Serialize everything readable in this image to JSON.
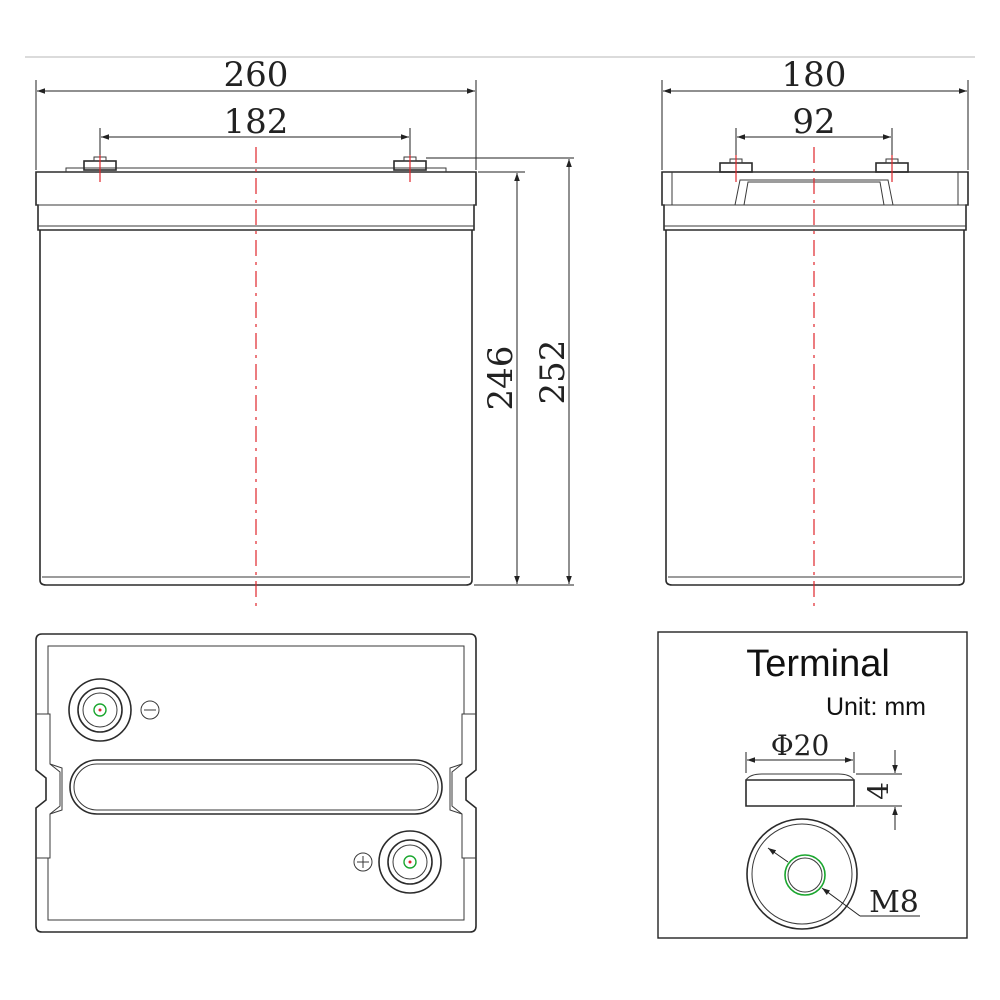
{
  "front_view": {
    "width_label": "260",
    "terminal_spacing_label": "182",
    "case_height_label": "246",
    "total_height_label": "252"
  },
  "side_view": {
    "width_label": "180",
    "terminal_spacing_label": "92"
  },
  "top_view": {
    "negative_symbol": "⊖",
    "positive_symbol": "⊕"
  },
  "terminal_detail": {
    "title": "Terminal",
    "unit_label": "Unit: mm",
    "diameter_label": "Φ20",
    "height_label": "4",
    "thread_label": "M8"
  },
  "colors": {
    "centerline": "#e0262b",
    "terminal_hole": "#1aa62e",
    "line": "#2b2b2b"
  }
}
